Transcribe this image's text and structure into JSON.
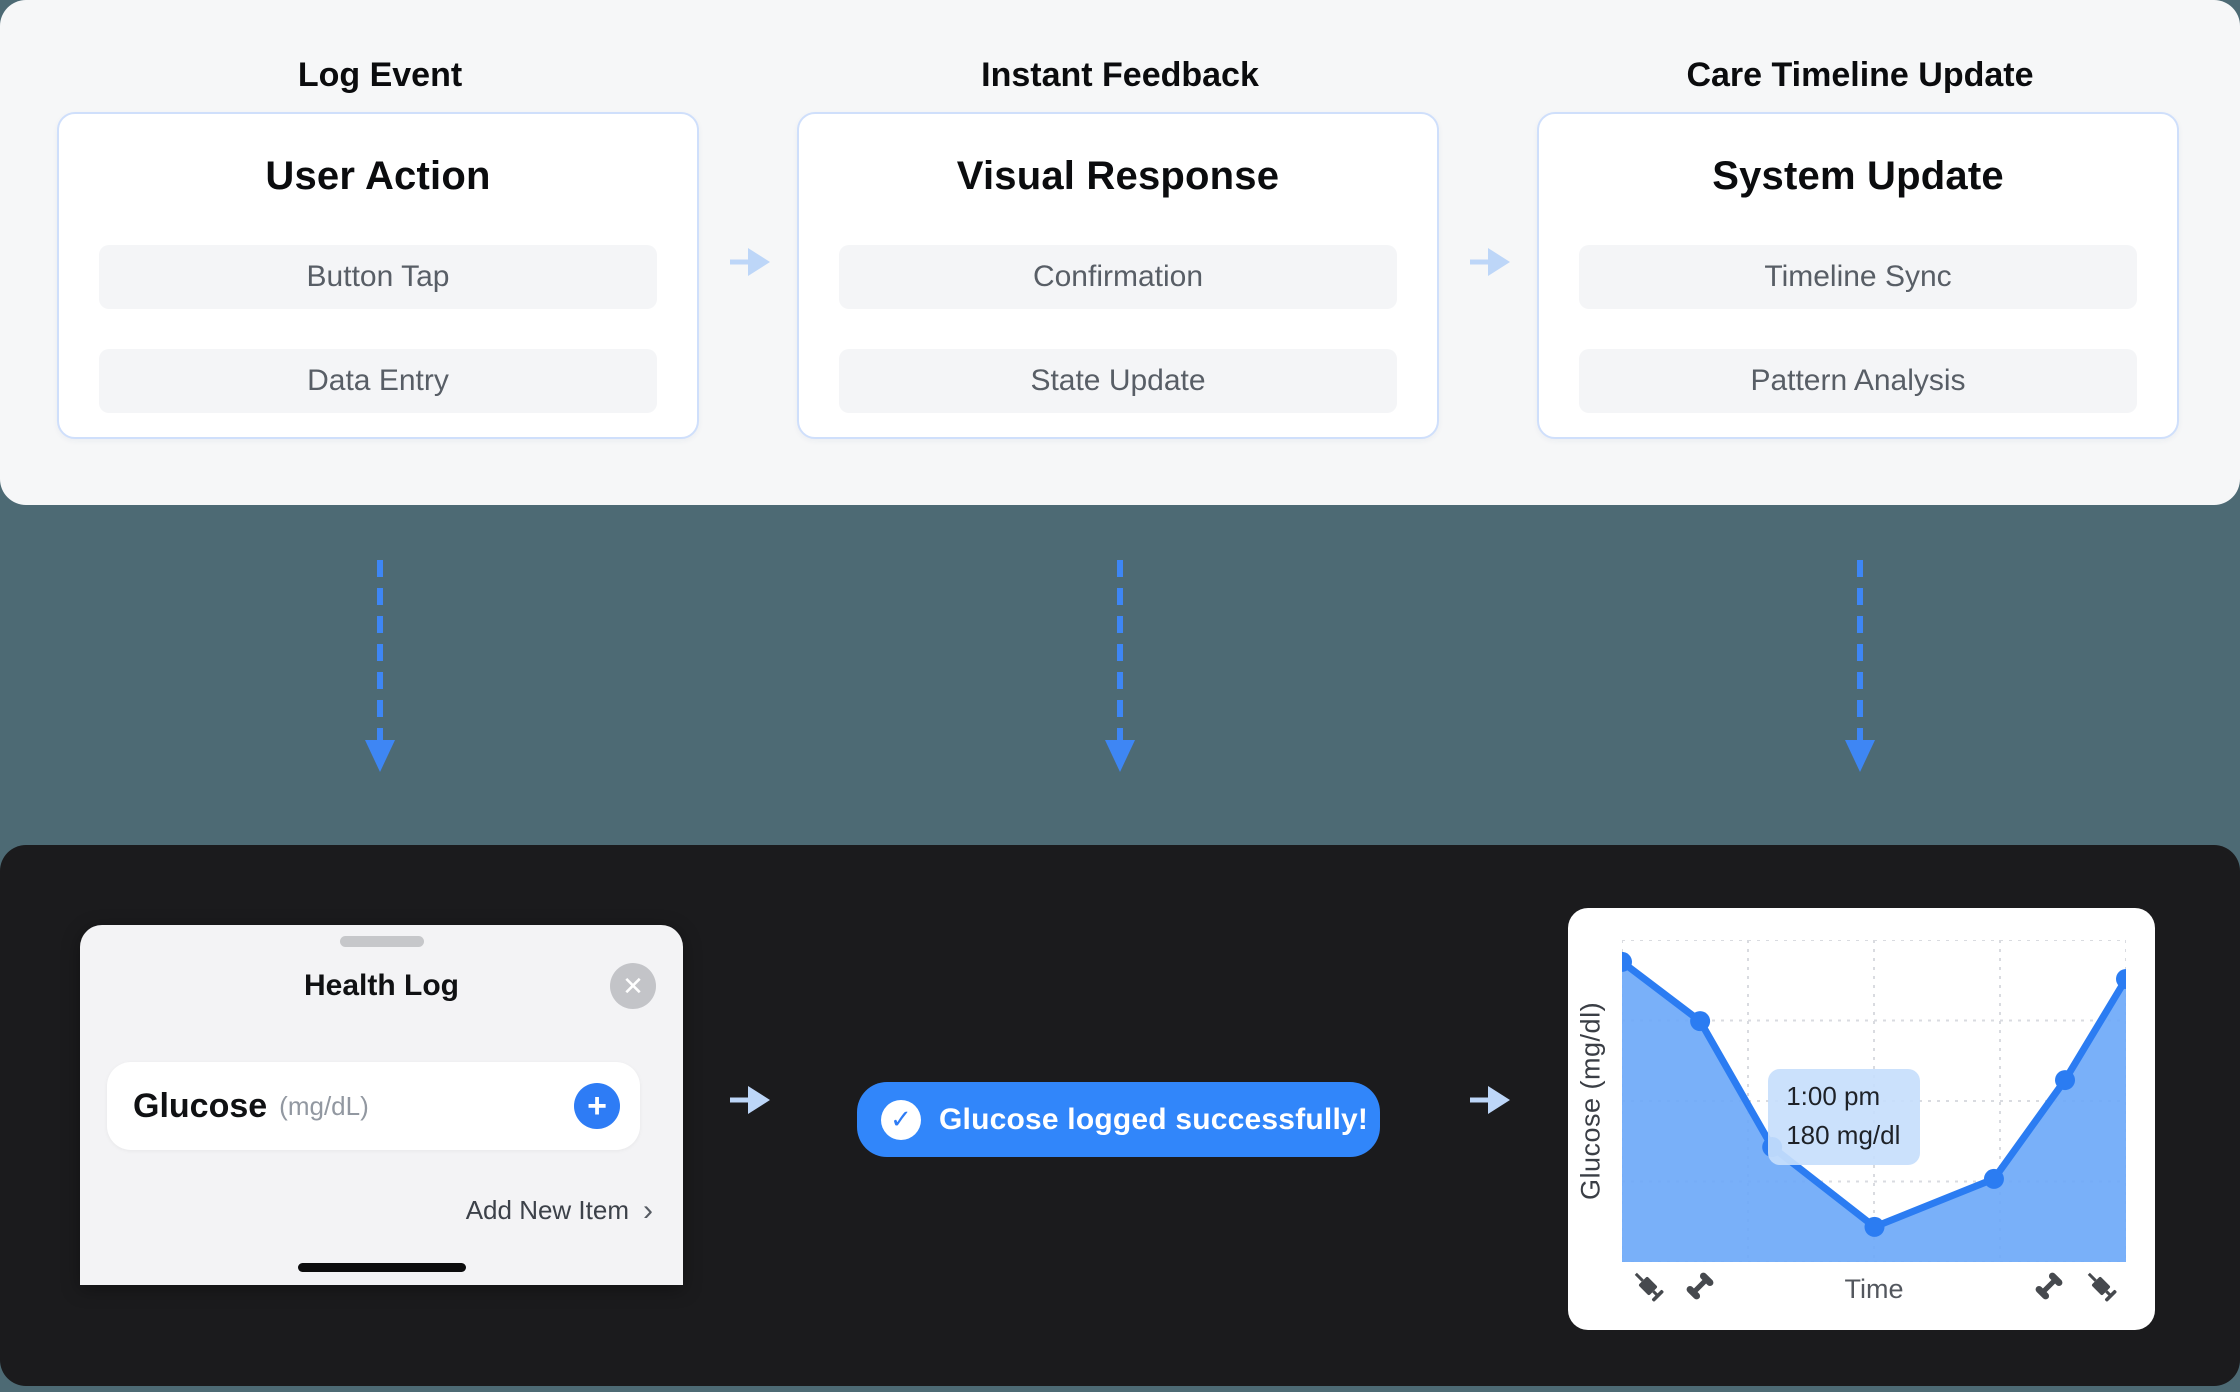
{
  "top_flow": {
    "columns": [
      {
        "label": "Log Event",
        "title": "User Action",
        "chips": [
          "Button Tap",
          "Data Entry"
        ]
      },
      {
        "label": "Instant Feedback",
        "title": "Visual Response",
        "chips": [
          "Confirmation",
          "State Update"
        ]
      },
      {
        "label": "Care Timeline Update",
        "title": "System Update",
        "chips": [
          "Timeline Sync",
          "Pattern Analysis"
        ]
      }
    ]
  },
  "phone_sheet": {
    "title": "Health Log",
    "close_icon": "✕",
    "metric_label": "Glucose",
    "metric_unit": "(mg/dL)",
    "add_button_icon": "+",
    "footer_link": "Add New Item",
    "footer_chevron": "›"
  },
  "toast": {
    "check_icon": "✓",
    "message": "Glucose logged successfully!"
  },
  "chart_data": {
    "type": "area",
    "ylabel": "Glucose (mg/dl)",
    "xlabel": "Time",
    "grid": "dashed, no tick labels",
    "legend": "none",
    "x_axis_icons": [
      "syringe",
      "dumbbell",
      "dumbbell",
      "syringe"
    ],
    "points": [
      {
        "x_frac": 0.0,
        "y_frac": 0.068,
        "est_mgdl": 309
      },
      {
        "x_frac": 0.155,
        "y_frac": 0.252,
        "est_mgdl": 268
      },
      {
        "x_frac": 0.298,
        "y_frac": 0.643,
        "est_mgdl": 180
      },
      {
        "x_frac": 0.501,
        "y_frac": 0.891,
        "est_mgdl": 125
      },
      {
        "x_frac": 0.738,
        "y_frac": 0.742,
        "est_mgdl": 158
      },
      {
        "x_frac": 0.879,
        "y_frac": 0.435,
        "est_mgdl": 227
      },
      {
        "x_frac": 1.0,
        "y_frac": 0.121,
        "est_mgdl": 297
      }
    ],
    "tooltip": {
      "time": "1:00 pm",
      "value": "180 mg/dl",
      "point_index": 2
    }
  },
  "colors": {
    "accent_blue": "#2e7cf5",
    "toast_blue": "#3186fa",
    "chart_line": "#2b7cf2",
    "chart_fill": "#6ea9f8",
    "arrow_light_blue": "#bdd6f8",
    "dashed_arrow_blue": "#3e86f4",
    "teal_background": "#4d6a74",
    "dark_background": "#1b1b1d",
    "panel_background": "#f6f7f8"
  }
}
